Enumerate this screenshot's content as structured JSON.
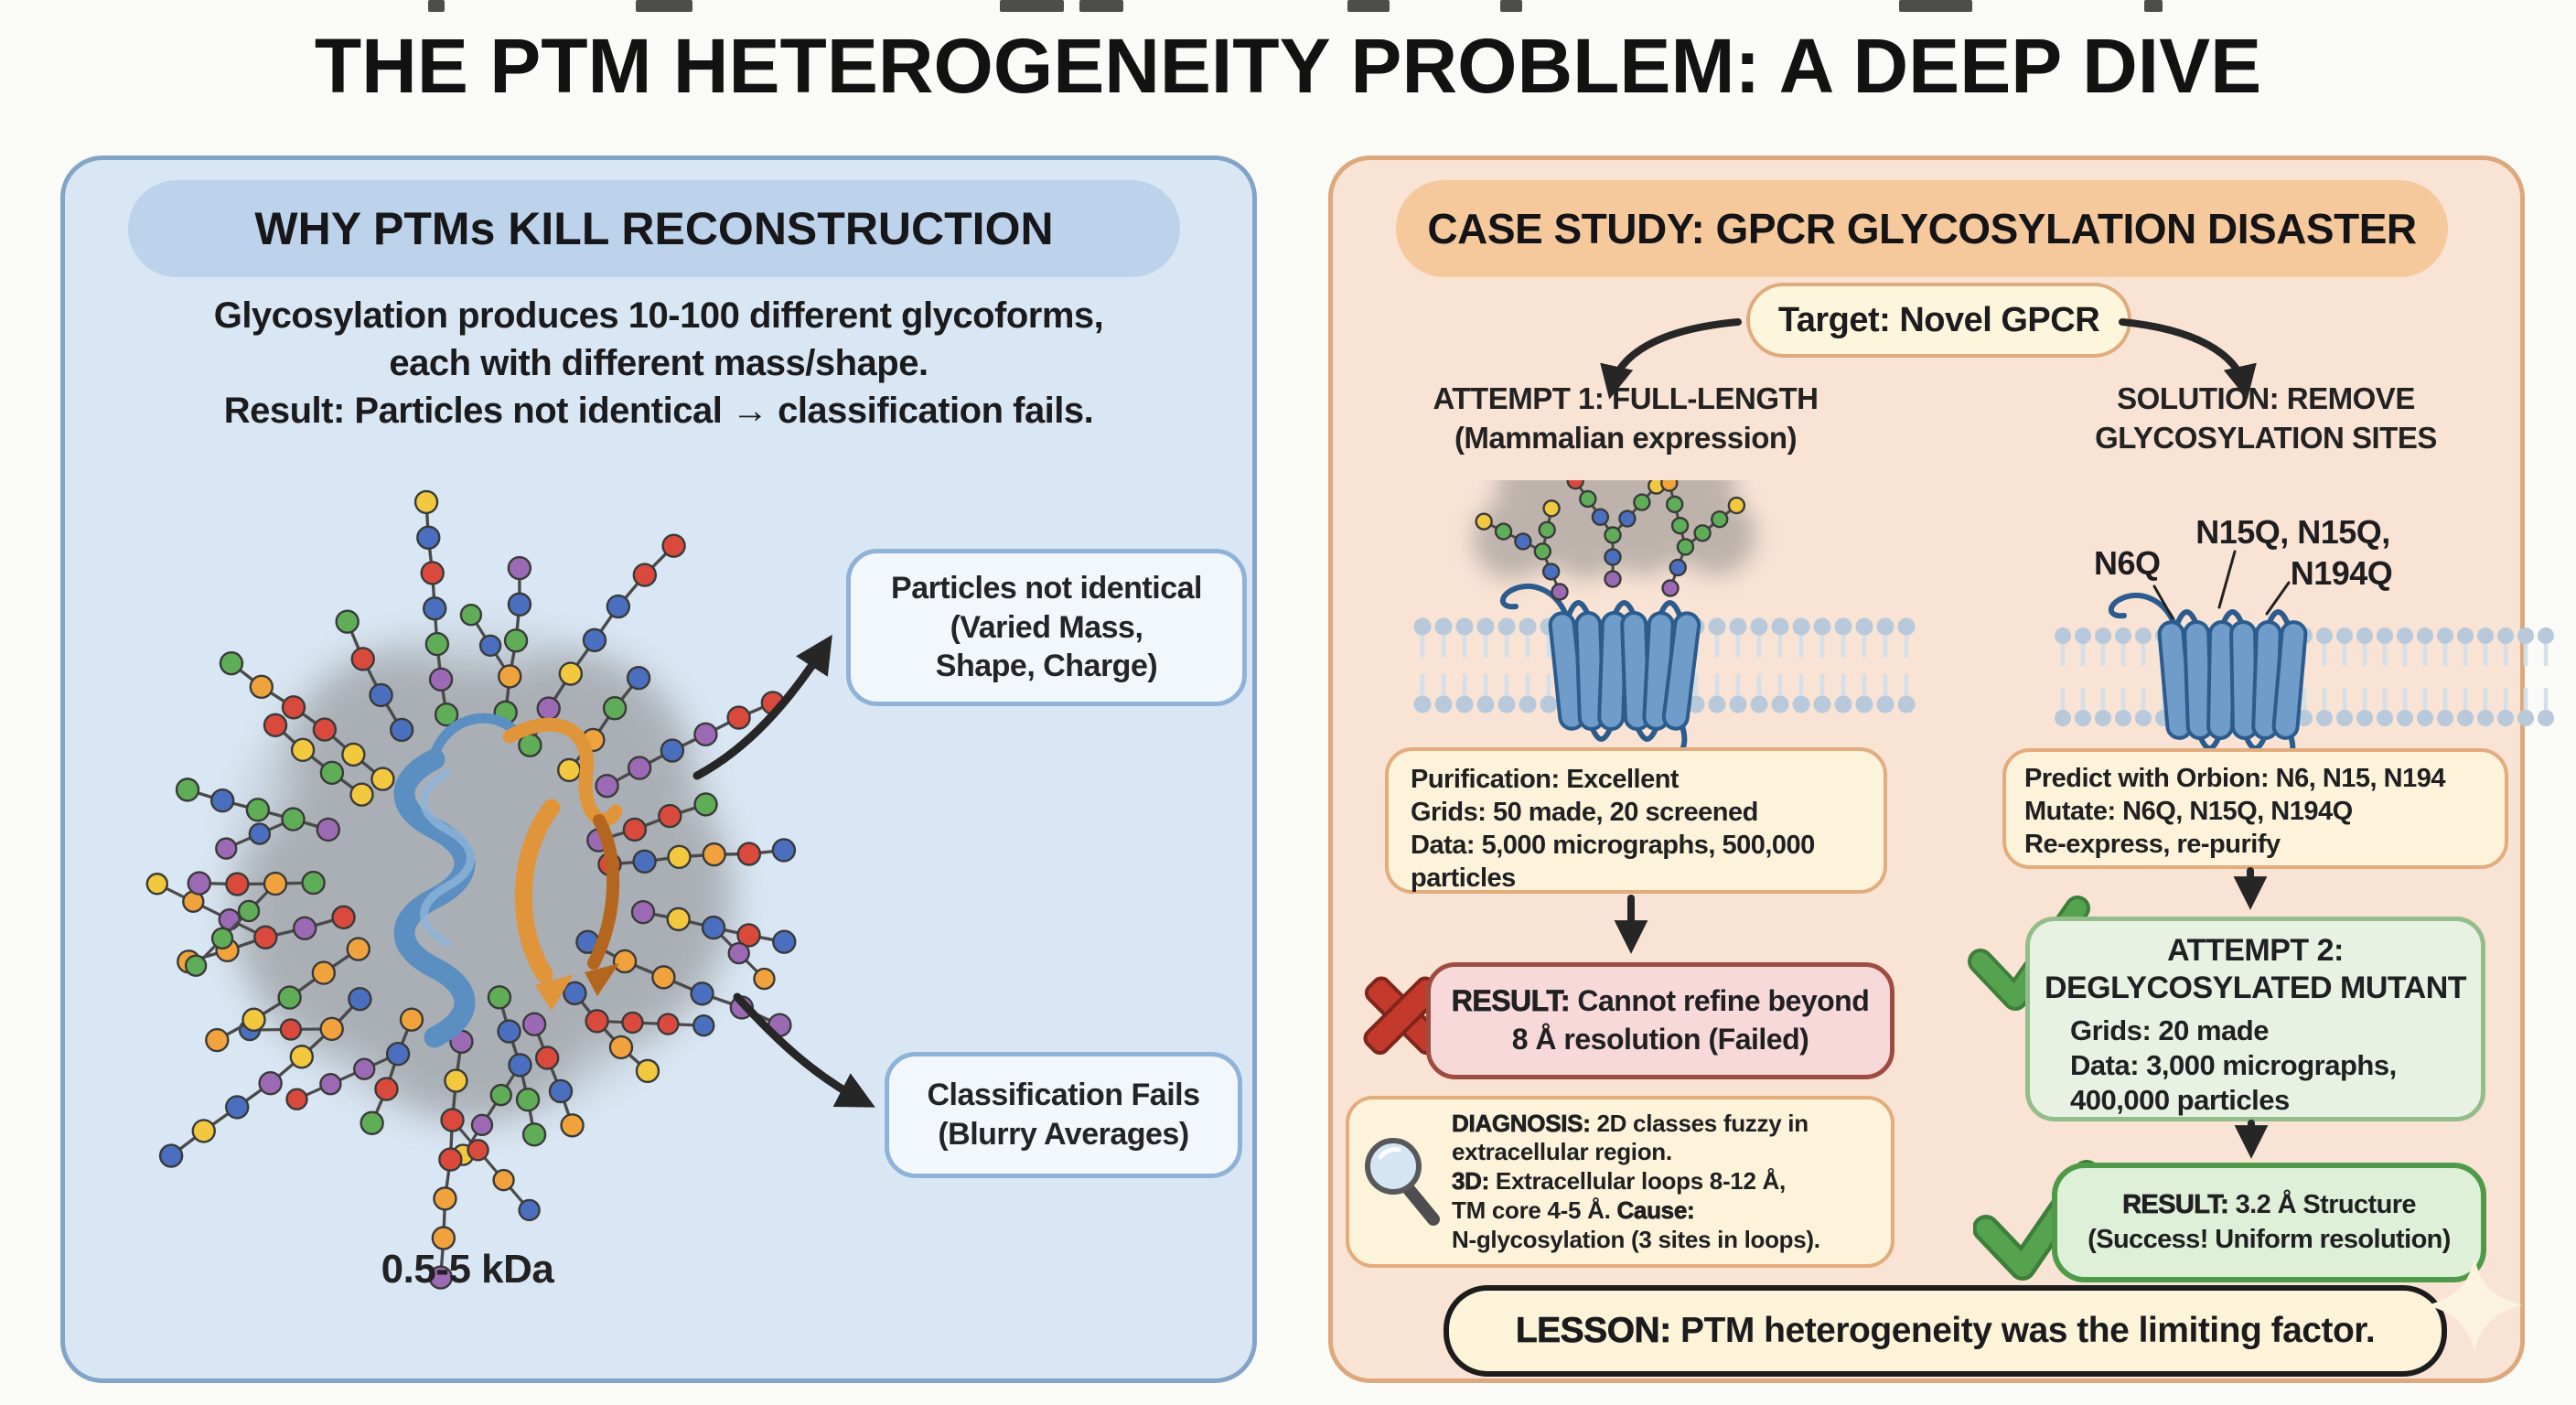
{
  "page": {
    "title": "THE PTM HETEROGENEITY PROBLEM: A DEEP DIVE"
  },
  "left_panel": {
    "header": "WHY PTMs KILL RECONSTRUCTION",
    "intro": [
      "Glycosylation produces 10-100 different glycoforms,",
      "each with different mass/shape.",
      "Result: Particles not identical → classification fails."
    ],
    "callout_identical": [
      "Particles not identical",
      "(Varied Mass,",
      "Shape, Charge)"
    ],
    "callout_classification": [
      "Classification Fails",
      "(Blurry Averages)"
    ],
    "mass_label": "0.5-5 kDa"
  },
  "right_panel": {
    "header": "CASE STUDY: GPCR GLYCOSYLATION DISASTER",
    "target_label": "Target: Novel GPCR",
    "attempt1": {
      "heading": [
        "ATTEMPT 1: FULL-LENGTH",
        "(Mammalian expression)"
      ],
      "stats_lines": [
        "Purification: Excellent",
        "Grids: 50 made, 20 screened",
        "Data: 5,000 micrographs, 500,000",
        "particles"
      ],
      "result_lines": [
        [
          {
            "b": 1,
            "t": "RESULT:"
          },
          {
            "t": " Cannot refine beyond"
          }
        ],
        [
          {
            "t": "8 Å resolution (Failed)"
          }
        ]
      ],
      "diagnosis_lines": [
        [
          {
            "b": 1,
            "t": "DIAGNOSIS:"
          },
          {
            "t": " 2D classes fuzzy in"
          }
        ],
        [
          {
            "t": "extracellular region."
          }
        ],
        [
          {
            "b": 1,
            "t": "3D:"
          },
          {
            "t": " Extracellular loops 8-12 Å,"
          }
        ],
        [
          {
            "t": "TM core 4-5 Å. "
          },
          {
            "b": 1,
            "t": "Cause:"
          }
        ],
        [
          {
            "t": "N-glycosylation (3 sites in loops)."
          }
        ]
      ]
    },
    "solution": {
      "heading": [
        "SOLUTION: REMOVE",
        "GLYCOSYLATION SITES"
      ],
      "mutation_labels": [
        "N6Q",
        "N15Q, N15Q,",
        "N194Q"
      ],
      "steps_lines": [
        "Predict with Orbion: N6, N15, N194",
        "Mutate: N6Q, N15Q, N194Q",
        "Re-express, re-purify"
      ],
      "attempt2_title": [
        "ATTEMPT 2:",
        "DEGLYCOSYLATED MUTANT"
      ],
      "attempt2_stats": [
        "Grids: 20 made",
        "Data: 3,000 micrographs,",
        "400,000 particles"
      ],
      "result_lines": [
        [
          {
            "b": 1,
            "t": "RESULT:"
          },
          {
            "t": " 3.2 Å Structure"
          }
        ],
        [
          {
            "t": "(Success! Uniform resolution)"
          }
        ]
      ]
    },
    "lesson_line": [
      [
        {
          "b": 1,
          "t": "LESSON:"
        },
        {
          "t": " PTM heterogeneity was the limiting factor."
        }
      ]
    ]
  },
  "colors": {
    "glycan_palette": [
      "#5fae57",
      "#4a6fbe",
      "#f0a33c",
      "#f2c93e",
      "#d94a3c",
      "#9c6ab5"
    ],
    "glycan_link": "#4a4a4a",
    "glycan_node_stroke": "#3a3a3a",
    "cloud_gray": "#8d8d8d",
    "helix_fill": "#6f9cc8",
    "helix_stroke": "#2b5c8d",
    "lipid_head": "#b7c9da",
    "lipid_tail": "#d3e0ea",
    "ribbon_blue": "#5b8fc2",
    "ribbon_blue_light": "#8fb4da",
    "ribbon_orange": "#e0953a",
    "ribbon_orange_dark": "#b4661f",
    "arrow_black": "#262626",
    "check_green": "#4e9e4a",
    "cross_red": "#c33a2c",
    "sparkle_cream": "#fbf3de"
  }
}
